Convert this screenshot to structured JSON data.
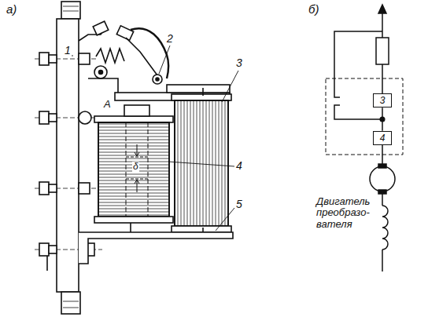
{
  "diagram": {
    "nodes": [
      {
        "text": [
          "3"
        ]
      },
      {
        "text": [
          "4"
        ]
      }
    ],
    "edges": [
      {
        "from": 0,
        "to": 1,
        "arrow": "none"
      }
    ],
    "labels": [
      "а)",
      "1",
      "2",
      "А",
      "3",
      "4",
      "δ",
      "5",
      "б)",
      "Двигатель преобразо- вателя"
    ]
  }
}
